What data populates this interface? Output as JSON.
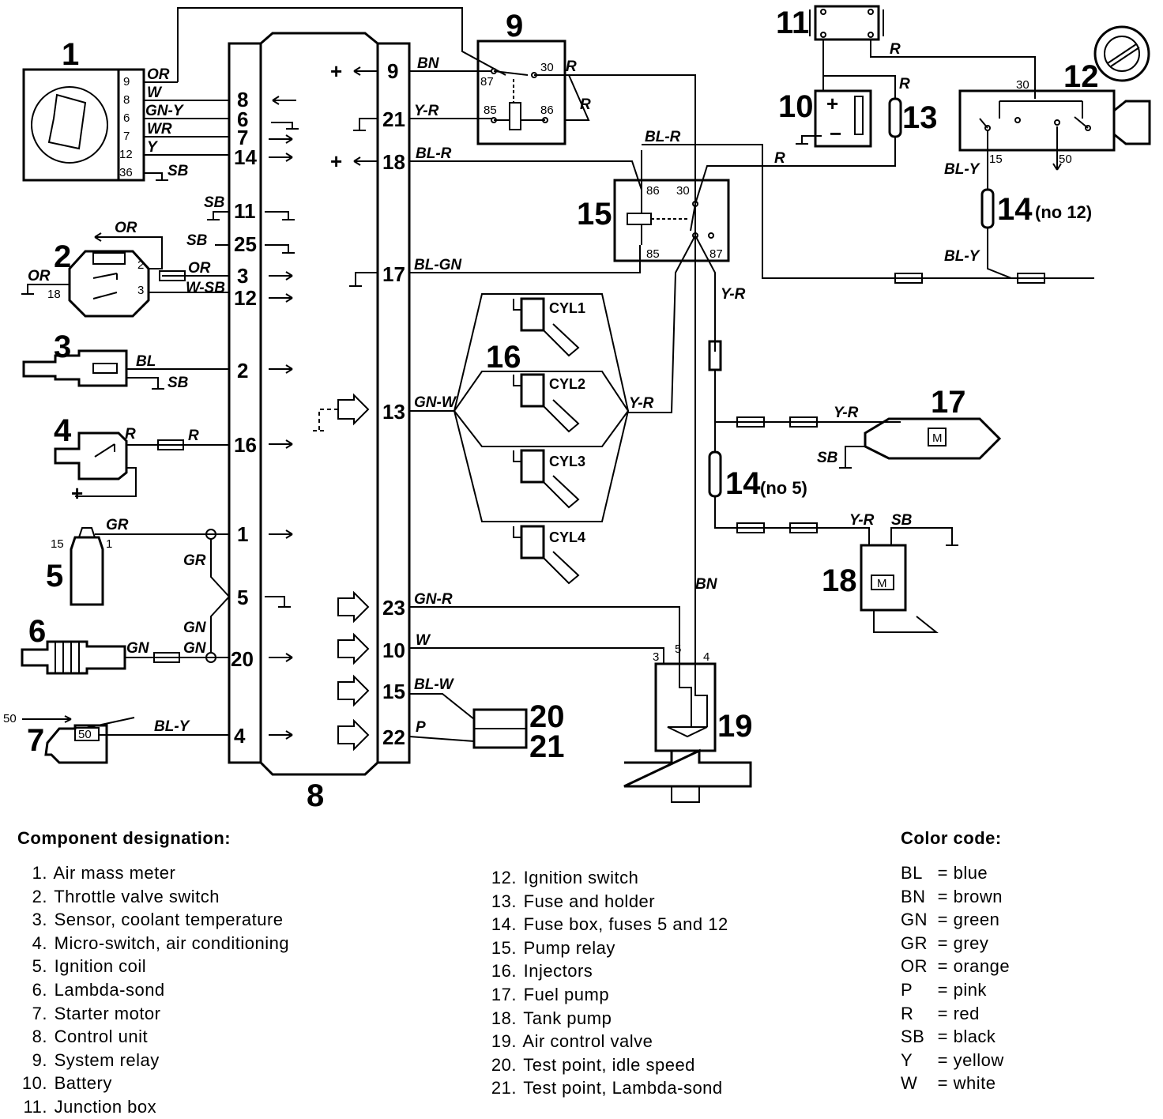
{
  "components": {
    "c1": "1",
    "c2": "2",
    "c3": "3",
    "c4": "4",
    "c5": "5",
    "c6": "6",
    "c7": "7",
    "c8": "8",
    "c9": "9",
    "c10": "10",
    "c11": "11",
    "c12": "12",
    "c13": "13",
    "c14": "14",
    "c14a": "(no 12)",
    "c14b": "14",
    "c14c": "(no 5)",
    "c15": "15",
    "c16": "16",
    "c17": "17",
    "c18": "18",
    "c19": "19",
    "c20": "20",
    "c21": "21"
  },
  "ecu_left_pins": [
    "8",
    "6",
    "7",
    "14",
    "11",
    "25",
    "3",
    "12",
    "2",
    "16",
    "1",
    "5",
    "20",
    "4"
  ],
  "ecu_right_pins": [
    "9",
    "21",
    "18",
    "17",
    "13",
    "23",
    "10",
    "15",
    "22"
  ],
  "wire_labels": {
    "or1": "OR",
    "w1": "W",
    "gny": "GN-Y",
    "wr": "WR",
    "y1": "Y",
    "sb1": "SB",
    "sb11": "SB",
    "sb25": "SB",
    "or2": "OR",
    "or3": "OR",
    "or4": "OR",
    "wsb": "W-SB",
    "bl": "BL",
    "sb3": "SB",
    "r4": "R",
    "r4b": "R",
    "gr1": "GR",
    "gr2": "GR",
    "gn1": "GN",
    "gn2": "GN",
    "gn3": "GN",
    "bly1": "BL-Y",
    "bn1": "BN",
    "yr1": "Y-R",
    "blr1": "BL-R",
    "blgn": "BL-GN",
    "gnw": "GN-W",
    "gnr": "GN-R",
    "w2": "W",
    "blw": "BL-W",
    "p": "P",
    "r9a": "R",
    "r9b": "R",
    "blr2": "BL-R",
    "r15": "R",
    "r11": "R",
    "r13": "R",
    "bly2": "BL-Y",
    "bly3": "BL-Y",
    "yr2": "Y-R",
    "yr3": "Y-R",
    "yr4": "Y-R",
    "yr5": "Y-R",
    "sb17": "SB",
    "sb18": "SB",
    "bn2": "BN"
  },
  "pin_labels": {
    "m9": "9",
    "m8": "8",
    "m6": "6",
    "m7": "7",
    "m12": "12",
    "m36": "36",
    "t2": "2",
    "t3": "3",
    "t18": "18",
    "ic15": "15",
    "ic1": "1",
    "s50a": "50",
    "s50b": "50",
    "r87": "87",
    "r30": "30",
    "r85": "85",
    "r86": "86",
    "p86": "86",
    "p30": "30",
    "p85": "85",
    "p87": "87",
    "is30": "30",
    "is15": "15",
    "is50": "50",
    "v3": "3",
    "v5": "5",
    "v4": "4"
  },
  "cylinders": [
    "CYL1",
    "CYL2",
    "CYL3",
    "CYL4"
  ],
  "component_designation": {
    "heading": "Component designation:",
    "items": [
      {
        "n": "1.",
        "t": "Air mass meter"
      },
      {
        "n": "2.",
        "t": "Throttle valve switch"
      },
      {
        "n": "3.",
        "t": "Sensor, coolant temperature"
      },
      {
        "n": "4.",
        "t": "Micro-switch, air conditioning"
      },
      {
        "n": "5.",
        "t": "Ignition coil"
      },
      {
        "n": "6.",
        "t": "Lambda-sond"
      },
      {
        "n": "7.",
        "t": "Starter motor"
      },
      {
        "n": "8.",
        "t": "Control unit"
      },
      {
        "n": "9.",
        "t": "System relay"
      },
      {
        "n": "10.",
        "t": "Battery"
      },
      {
        "n": "11.",
        "t": "Junction box"
      }
    ],
    "items2": [
      {
        "n": "12.",
        "t": "Ignition switch"
      },
      {
        "n": "13.",
        "t": "Fuse and holder"
      },
      {
        "n": "14.",
        "t": "Fuse box, fuses 5 and 12"
      },
      {
        "n": "15.",
        "t": "Pump relay"
      },
      {
        "n": "16.",
        "t": "Injectors"
      },
      {
        "n": "17.",
        "t": "Fuel pump"
      },
      {
        "n": "18.",
        "t": "Tank pump"
      },
      {
        "n": "19.",
        "t": "Air control valve"
      },
      {
        "n": "20.",
        "t": "Test point, idle speed"
      },
      {
        "n": "21.",
        "t": "Test point, Lambda-sond"
      }
    ]
  },
  "color_code": {
    "heading": "Color code:",
    "items": [
      {
        "code": "BL",
        "name": "blue"
      },
      {
        "code": "BN",
        "name": "brown"
      },
      {
        "code": "GN",
        "name": "green"
      },
      {
        "code": "GR",
        "name": "grey"
      },
      {
        "code": "OR",
        "name": "orange"
      },
      {
        "code": "P",
        "name": "pink"
      },
      {
        "code": "R",
        "name": "red"
      },
      {
        "code": "SB",
        "name": "black"
      },
      {
        "code": "Y",
        "name": "yellow"
      },
      {
        "code": "W",
        "name": "white"
      }
    ]
  },
  "symbols": {
    "plus": "+",
    "minus": "−",
    "motor": "M"
  }
}
